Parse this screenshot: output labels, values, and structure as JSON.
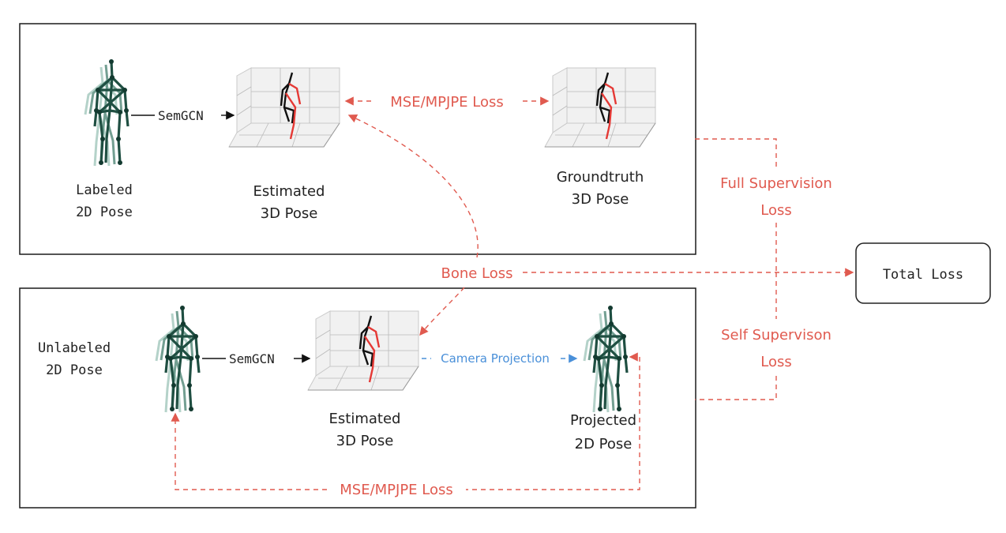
{
  "colors": {
    "loss_red": "#e05a4f",
    "projection_blue": "#4a90d9",
    "text_dark": "#222222",
    "skeleton_dark": "#1f4f42",
    "skeleton_light": "#8fb9ad",
    "estimate_black": "#111111",
    "estimate_red": "#e53935"
  },
  "top_panel": {
    "input_label_line1": "Labeled",
    "input_label_line2": "2D Pose",
    "network_label": "SemGCN",
    "estimate_label_line1": "Estimated",
    "estimate_label_line2": "3D Pose",
    "loss_label": "MSE/MPJPE Loss",
    "groundtruth_label_line1": "Groundtruth",
    "groundtruth_label_line2": "3D Pose"
  },
  "bottom_panel": {
    "input_label_line1": "Unlabeled",
    "input_label_line2": "2D Pose",
    "network_label": "SemGCN",
    "estimate_label_line1": "Estimated",
    "estimate_label_line2": "3D Pose",
    "projection_label": "Camera Projection",
    "projected_label_line1": "Projected",
    "projected_label_line2": "2D Pose",
    "loss_label": "MSE/MPJPE Loss"
  },
  "bone_loss_label": "Bone Loss",
  "full_supervision_line1": "Full Supervision",
  "full_supervision_line2": "Loss",
  "self_supervision_line1": "Self Supervison",
  "self_supervision_line2": "Loss",
  "total_loss_label": "Total Loss"
}
